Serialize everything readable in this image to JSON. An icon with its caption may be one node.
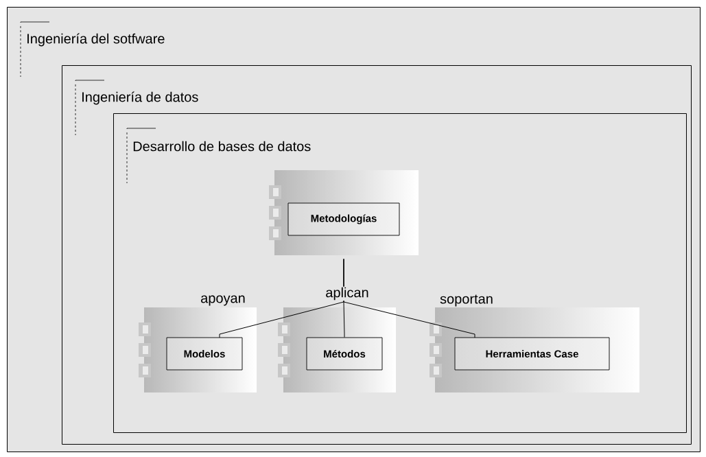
{
  "diagram": {
    "nodes": [
      {
        "text": [
          "Ingeniería del sotfware"
        ]
      },
      {
        "text": [
          "Ingeniería de  datos"
        ],
        "in": 0
      },
      {
        "text": [
          "Desarrollo de bases de datos"
        ],
        "in": 1
      },
      {
        "text": [
          "Metodologías"
        ],
        "in": 2
      },
      {
        "text": [
          "Modelos"
        ],
        "in": 2
      },
      {
        "text": [
          "Métodos"
        ],
        "in": 2
      },
      {
        "text": [
          "Herramientas Case"
        ],
        "in": 2
      }
    ],
    "edges": [
      {
        "from": 3,
        "to": 4,
        "arrow": "none",
        "label": "apoyan"
      },
      {
        "from": 3,
        "to": 5,
        "arrow": "none",
        "label": "aplican"
      },
      {
        "from": 3,
        "to": 6,
        "arrow": "none",
        "label": "soportan"
      }
    ]
  }
}
